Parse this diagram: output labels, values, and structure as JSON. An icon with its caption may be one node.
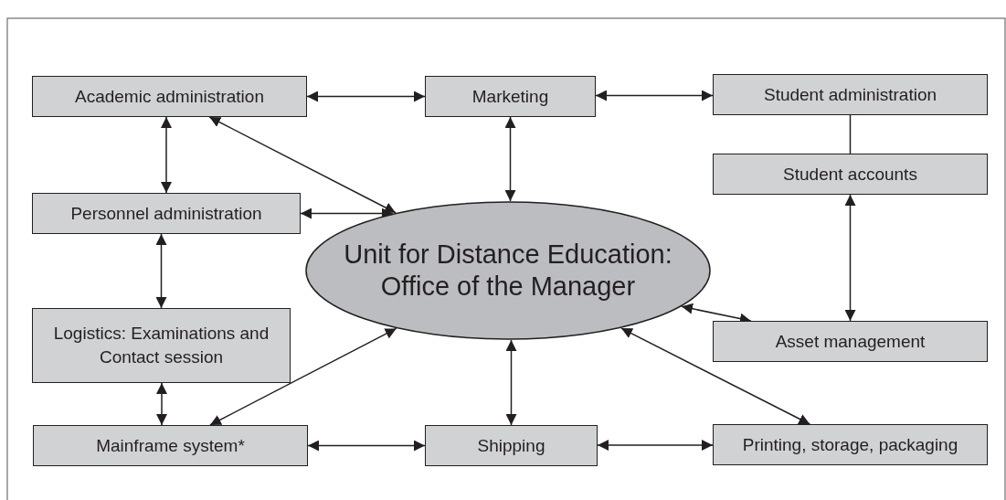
{
  "diagram": {
    "nodes": [
      {
        "text": [
          "Academic administration"
        ]
      },
      {
        "text": [
          "Marketing"
        ]
      },
      {
        "text": [
          "Student administration"
        ]
      },
      {
        "text": [
          "Student accounts"
        ]
      },
      {
        "text": [
          "Personnel administration"
        ]
      },
      {
        "text": [
          "Unit for Distance Education: Office of the Manager"
        ]
      },
      {
        "text": [
          "Logistics: Examinations and Contact session"
        ]
      },
      {
        "text": [
          "Asset management"
        ]
      },
      {
        "text": [
          "Mainframe system*"
        ]
      },
      {
        "text": [
          "Shipping"
        ]
      },
      {
        "text": [
          "Printing, storage, packaging"
        ]
      }
    ],
    "edges": [
      {
        "from": 0,
        "to": 1,
        "arrow": "both"
      },
      {
        "from": 1,
        "to": 2,
        "arrow": "both"
      },
      {
        "from": 0,
        "to": 5,
        "arrow": "both"
      },
      {
        "from": 1,
        "to": 5,
        "arrow": "both"
      },
      {
        "from": 2,
        "to": 3,
        "arrow": "none"
      },
      {
        "from": 0,
        "to": 4,
        "arrow": "both"
      },
      {
        "from": 4,
        "to": 5,
        "arrow": "both"
      },
      {
        "from": 3,
        "to": 7,
        "arrow": "both"
      },
      {
        "from": 4,
        "to": 6,
        "arrow": "both"
      },
      {
        "from": 5,
        "to": 7,
        "arrow": "both"
      },
      {
        "from": 6,
        "to": 8,
        "arrow": "both"
      },
      {
        "from": 8,
        "to": 5,
        "arrow": "both"
      },
      {
        "from": 5,
        "to": 9,
        "arrow": "both"
      },
      {
        "from": 5,
        "to": 10,
        "arrow": "both"
      },
      {
        "from": 8,
        "to": 9,
        "arrow": "both"
      },
      {
        "from": 9,
        "to": 10,
        "arrow": "both"
      }
    ]
  }
}
